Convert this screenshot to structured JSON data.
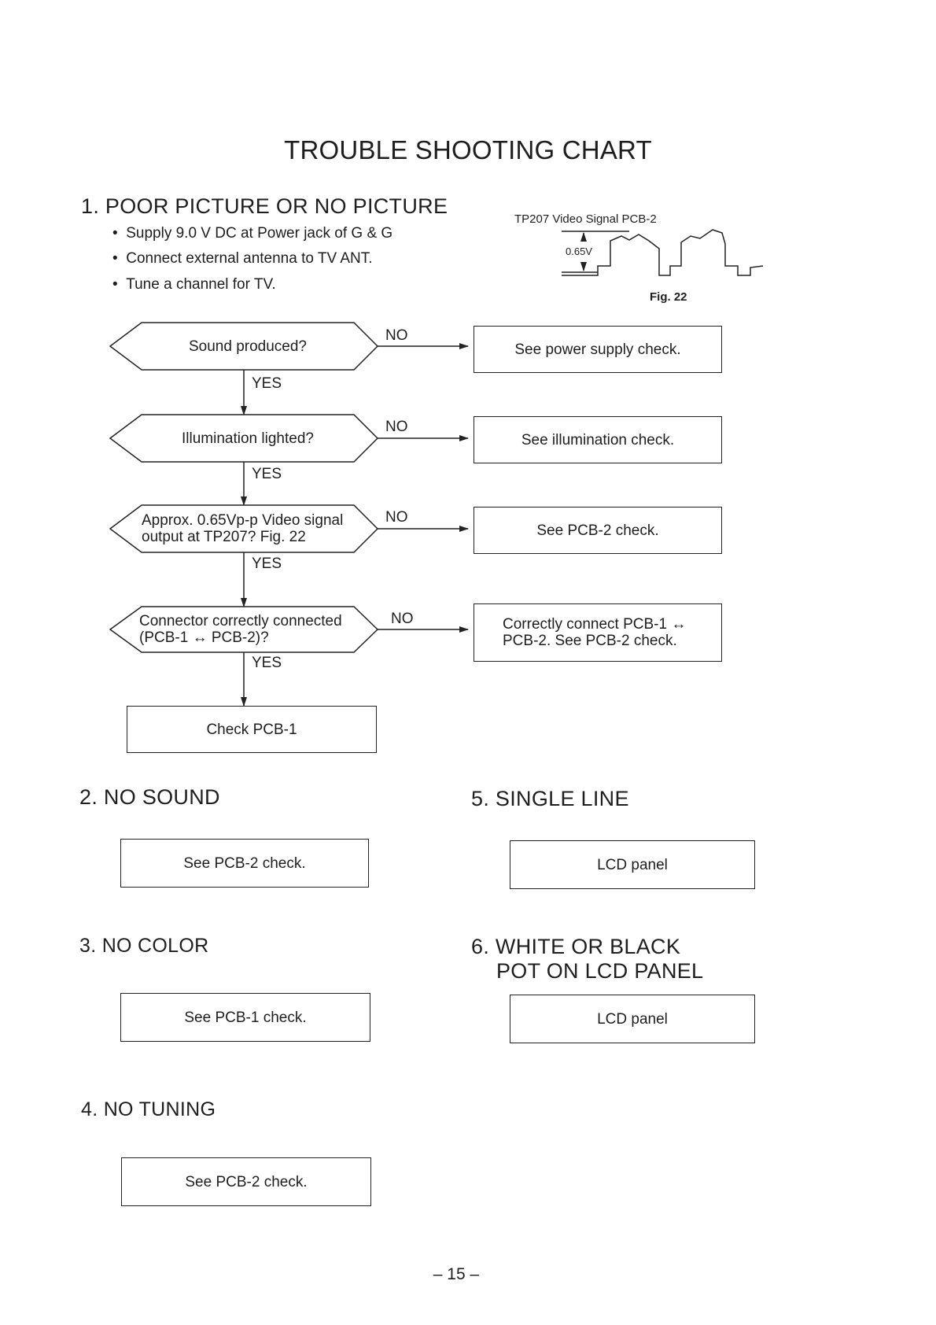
{
  "page": {
    "title": "TROUBLE SHOOTING CHART",
    "page_number": "– 15 –"
  },
  "section1": {
    "heading": "1. POOR PICTURE OR NO PICTURE",
    "bullets": [
      "Supply 9.0 V DC at Power jack of G & G",
      "Connect external antenna to TV ANT.",
      "Tune a channel for TV."
    ],
    "figure": {
      "caption_top": "TP207 Video Signal PCB-2",
      "amplitude_label": "0.65V",
      "caption": "Fig. 22"
    },
    "decisions": [
      {
        "question": "Sound produced?",
        "no_label": "NO",
        "yes_label": "YES",
        "no_action": "See power supply check."
      },
      {
        "question": "Illumination lighted?",
        "no_label": "NO",
        "yes_label": "YES",
        "no_action": "See illumination check."
      },
      {
        "question_line1": "Approx. 0.65Vp-p Video signal",
        "question_line2": "output at TP207? Fig. 22",
        "no_label": "NO",
        "yes_label": "YES",
        "no_action": "See PCB-2 check."
      },
      {
        "question_line1": "Connector correctly connected",
        "question_line2": "(PCB-1 ↔ PCB-2)?",
        "no_label": "NO",
        "yes_label": "YES",
        "no_action_line1": "Correctly connect PCB-1 ↔",
        "no_action_line2": "PCB-2. See PCB-2 check."
      }
    ],
    "final": "Check PCB-1"
  },
  "section2": {
    "heading": "2. NO SOUND",
    "action": "See PCB-2 check."
  },
  "section3": {
    "heading": "3. NO COLOR",
    "action": "See PCB-1 check."
  },
  "section4": {
    "heading": "4. NO TUNING",
    "action": "See PCB-2 check."
  },
  "section5": {
    "heading": "5. SINGLE LINE",
    "action": "LCD panel"
  },
  "section6": {
    "heading_line1": "6. WHITE OR BLACK",
    "heading_line2": "POT ON LCD PANEL",
    "action": "LCD panel"
  }
}
